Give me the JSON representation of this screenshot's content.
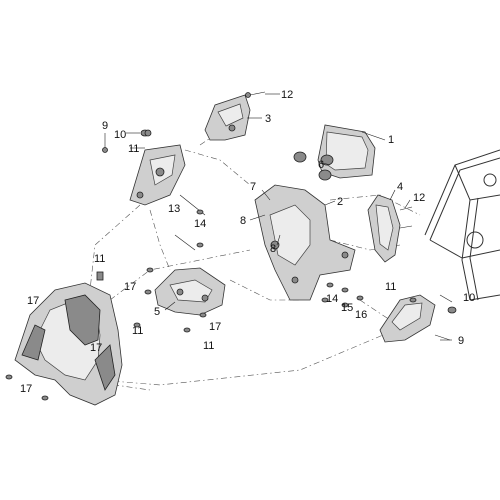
{
  "diagram": {
    "callouts": {
      "c1": "1",
      "c2": "2",
      "c3": "3",
      "c4": "4",
      "c5": "5",
      "c6": "6",
      "c7": "7",
      "c8a": "8",
      "c8b": "8",
      "c9a": "9",
      "c9b": "9",
      "c10a": "10",
      "c10b": "10",
      "c11a": "11",
      "c11b": "11",
      "c11c": "11",
      "c11d": "11",
      "c11e": "11",
      "c12a": "12",
      "c12b": "12",
      "c13": "13",
      "c14a": "14",
      "c14b": "14",
      "c15": "15",
      "c16": "16",
      "c17a": "17",
      "c17b": "17",
      "c17c": "17",
      "c17d": "17",
      "c17e": "17"
    }
  }
}
